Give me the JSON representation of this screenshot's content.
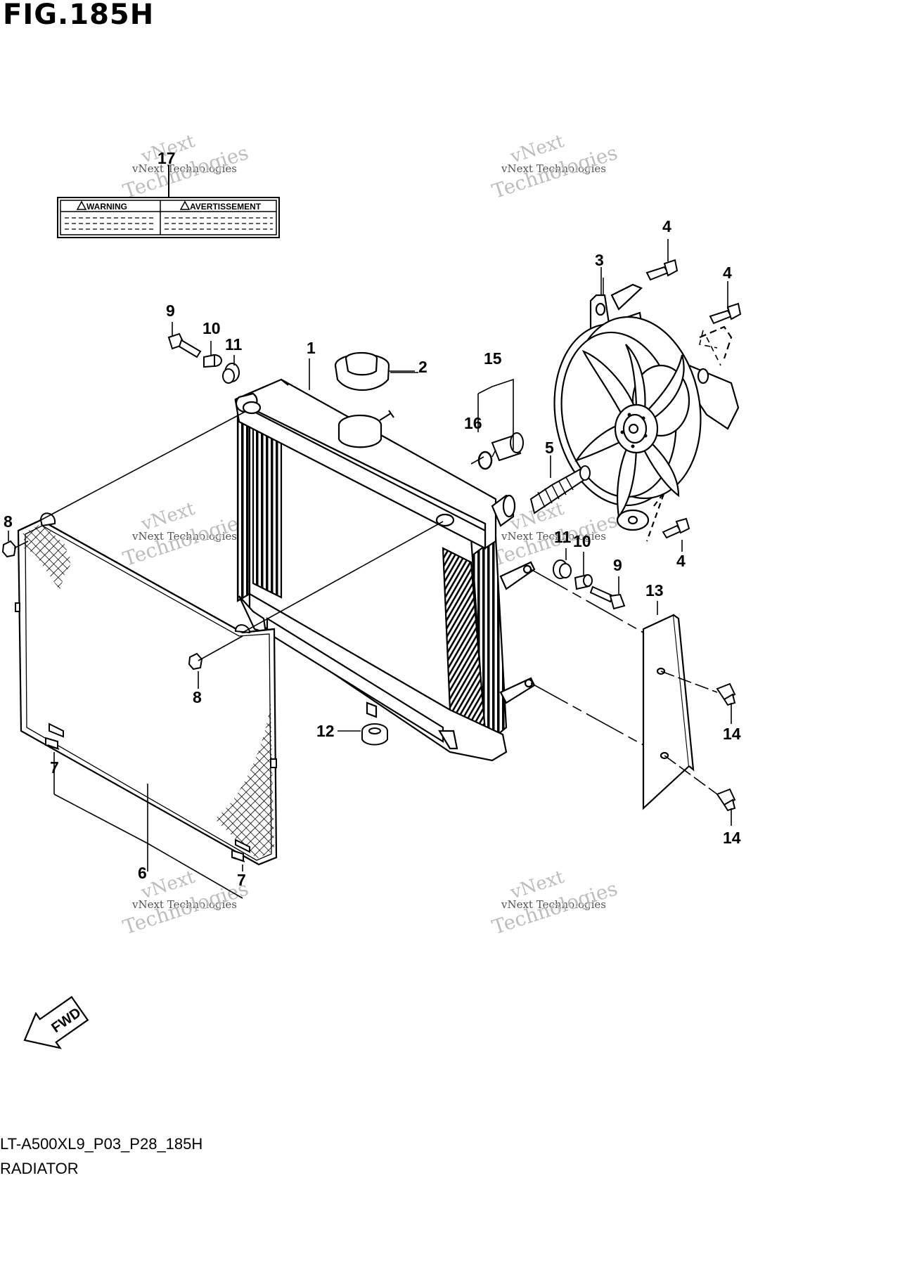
{
  "figure": {
    "title": "FIG.185H",
    "code": "LT-A500XL9_P03_P28_185H",
    "name": "RADIATOR"
  },
  "label_sticker": {
    "left": "WARNING",
    "right": "AVERTISSEMENT"
  },
  "watermark": {
    "line1": "vNext Technologies",
    "line2": "vNext",
    "line3": "Technologies"
  },
  "fwd_arrow": "FWD",
  "callouts": [
    "1",
    "2",
    "3",
    "4",
    "4",
    "4",
    "5",
    "6",
    "7",
    "7",
    "8",
    "8",
    "9",
    "9",
    "10",
    "10",
    "11",
    "11",
    "12",
    "13",
    "14",
    "14",
    "15",
    "16",
    "17"
  ],
  "icons": [
    "warning-triangle-icon",
    "fwd-arrow-icon"
  ]
}
